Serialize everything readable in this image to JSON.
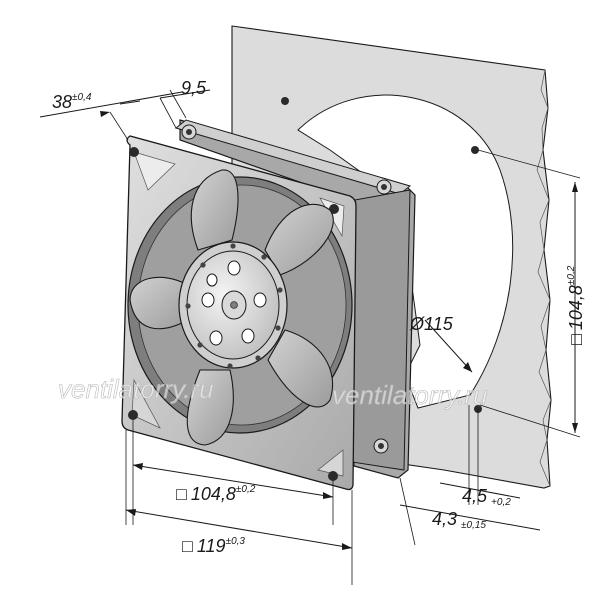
{
  "dimensions": {
    "depth": {
      "value": "38",
      "tol": "±0,4"
    },
    "flange": {
      "value": "9,5"
    },
    "hole_pitch_vertical": {
      "prefix": "□",
      "value": "104,8",
      "tol": "±0,2"
    },
    "impeller_diameter": {
      "prefix": "Ø",
      "value": "115"
    },
    "hole_offset": {
      "value": "4,5",
      "tol": "+0,2"
    },
    "hole_diameter": {
      "value": "4,3",
      "tol": "±0,15"
    },
    "hole_pitch_horizontal": {
      "prefix": "□",
      "value": "104,8",
      "tol": "±0,2"
    },
    "frame_size": {
      "prefix": "□",
      "value": "119",
      "tol": "±0,3"
    }
  },
  "watermark": {
    "left": "ventilatorry.ru",
    "right": "ventilatorry.ru"
  },
  "colors": {
    "line": "#1a1a1a",
    "housing": "#c8c8c8",
    "plate": "#dcdcdc",
    "blade": "#bdbdbd",
    "hub": "#e6e6e6"
  }
}
